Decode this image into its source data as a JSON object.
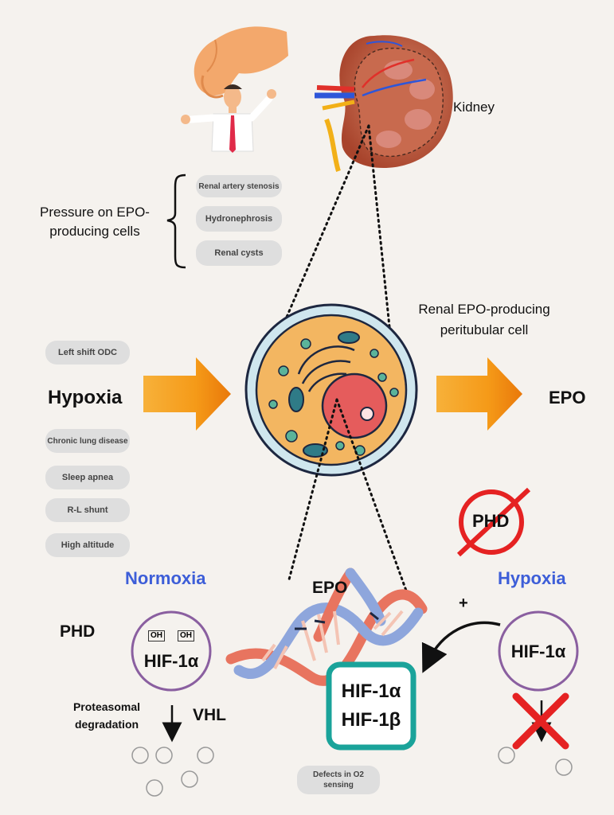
{
  "kidney_label": "Kidney",
  "pressure": {
    "title": "Pressure on EPO-producing cells",
    "causes": [
      "Renal artery stenosis",
      "Hydronephrosis",
      "Renal cysts"
    ]
  },
  "cell_label": "Renal EPO-producing peritubular cell",
  "hypoxia_main": "Hypoxia",
  "epo_main": "EPO",
  "hypoxia_causes": [
    "Left shift ODC",
    "Chronic lung disease",
    "Sleep apnea",
    "R-L shunt",
    "High altitude"
  ],
  "normoxia": {
    "title": "Normoxia",
    "phd": "PHD",
    "oh": "OH",
    "hif": "HIF-1α",
    "degradation": "Proteasomal degradation",
    "vhl": "VHL"
  },
  "hypoxia_side": {
    "title": "Hypoxia",
    "phd": "PHD",
    "plus": "+",
    "hif": "HIF-1α"
  },
  "dna_epo": "EPO",
  "complex": {
    "line1": "HIF-1α",
    "line2": "HIF-1β"
  },
  "defects": "Defects in O2 sensing",
  "colors": {
    "background": "#f5f2ee",
    "blue_title": "#3d5ed8",
    "teal_box": "#1aa39a",
    "circle_stroke": "#8a5fa0",
    "prohibit_red": "#e52222",
    "arrow_orange": "#f29a1c"
  }
}
